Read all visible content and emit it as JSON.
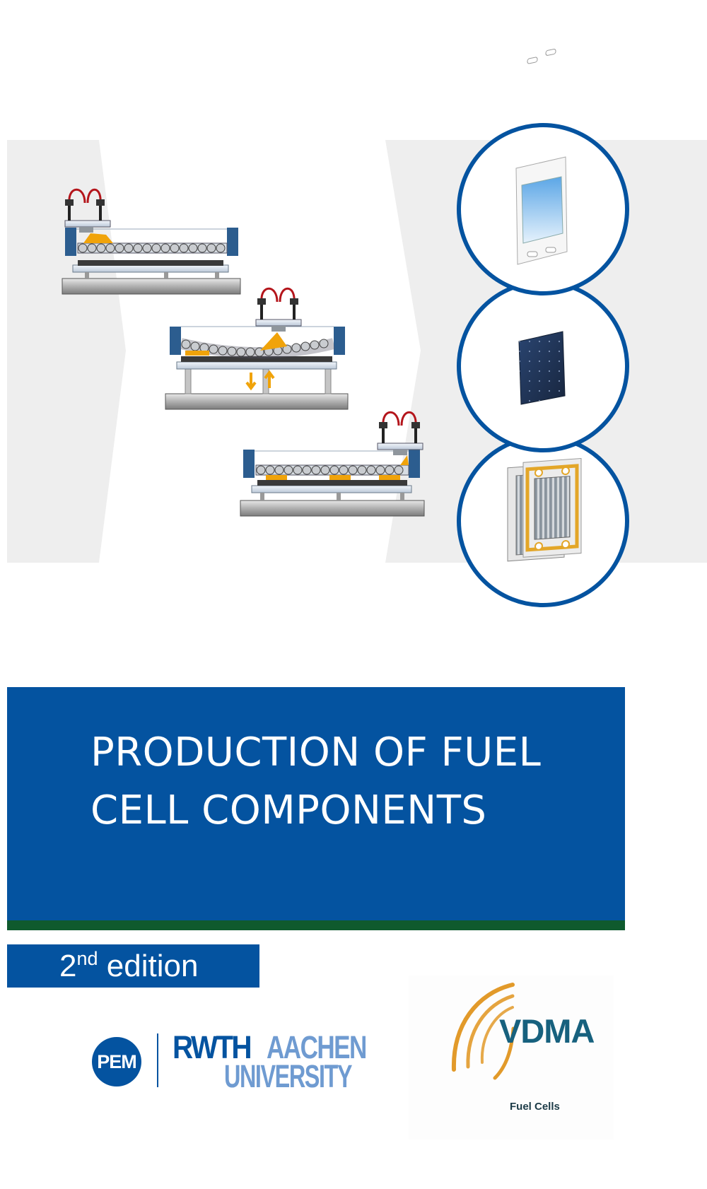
{
  "cover": {
    "title_line1": "PRODUCTION OF FUEL",
    "title_line2": "CELL COMPONENTS",
    "edition_number": "2",
    "edition_suffix": "nd",
    "edition_word": " edition"
  },
  "logos": {
    "pem": "PEM",
    "rwth": "RWTH",
    "aachen": "AACHEN",
    "university": "UNIVERSITY",
    "vdma": "VDMA",
    "vdma_subtitle": "Fuel Cells"
  },
  "illustration": {
    "components": [
      "membrane-frame-icon",
      "bipolar-plate-icon",
      "fuel-cell-stack-icon"
    ],
    "colors": {
      "chevron_background": "#eeeeee",
      "circle_border": "#0453a0",
      "process_frame": "#2c5d8f",
      "coating_material": "#f0a30a",
      "hose": "#b4151b"
    }
  },
  "colors": {
    "banner_blue": "#0453a0",
    "banner_stripe": "#0f5a2e",
    "rwth_blue": "#0453a0",
    "aachen_light_blue": "#6f9bd1",
    "vdma_text": "#17617e",
    "vdma_arc": "#e29a2a"
  }
}
